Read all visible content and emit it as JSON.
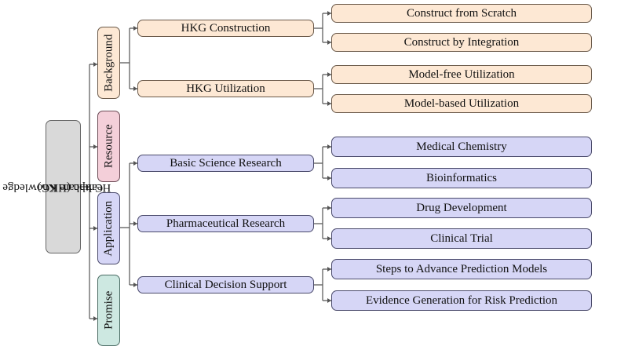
{
  "root": {
    "line1": "Healthcare Knowledge",
    "line2": "Graph (HKG)"
  },
  "categories": {
    "background": "Background",
    "resource": "Resource",
    "application": "Application",
    "promise": "Promise"
  },
  "subtopics": {
    "hkg_construction": "HKG Construction",
    "hkg_utilization": "HKG Utilization",
    "basic_science": "Basic Science Research",
    "pharmaceutical": "Pharmaceutical Research",
    "clinical_decision": "Clinical Decision Support"
  },
  "leaves": {
    "construct_scratch": "Construct from Scratch",
    "construct_integration": "Construct by Integration",
    "model_free": "Model-free Utilization",
    "model_based": "Model-based Utilization",
    "medical_chemistry": "Medical Chemistry",
    "bioinformatics": "Bioinformatics",
    "drug_development": "Drug Development",
    "clinical_trial": "Clinical Trial",
    "steps_prediction": "Steps to Advance Prediction Models",
    "evidence_generation": "Evidence Generation for Risk Prediction"
  },
  "colors": {
    "root": "#d9d9d9",
    "background": "#fde8d4",
    "resource": "#f4cfd9",
    "application": "#d6d6f6",
    "promise": "#cde8e1",
    "connector": "#555555"
  }
}
